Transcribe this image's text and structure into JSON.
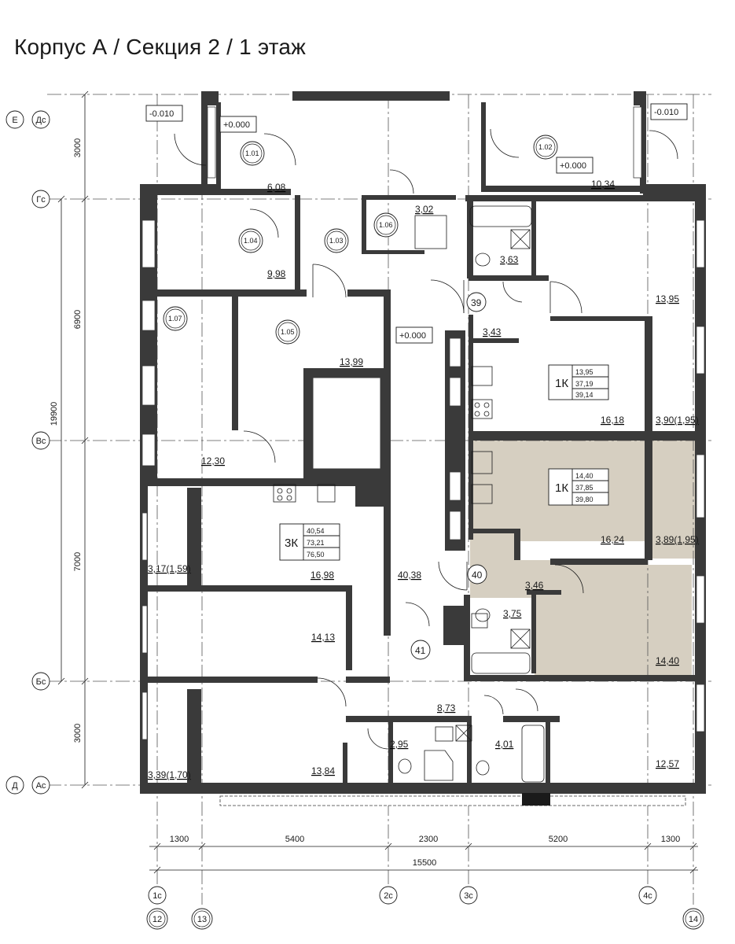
{
  "title": "Корпус А / Секция 2 / 1 этаж",
  "colors": {
    "wall": "#3a3a3a",
    "highlight": "#d6cfc1",
    "line": "#1a1a1a"
  },
  "levels": {
    "minus_left": "-0.010",
    "minus_right": "-0.010",
    "zero_101": "+0.000",
    "zero_102": "+0.000",
    "zero_corridor": "+0.000"
  },
  "room_tags": {
    "r101": "1.01",
    "r102": "1.02",
    "r103": "1.03",
    "r104": "1.04",
    "r105": "1.05",
    "r106": "1.06",
    "r107": "1.07"
  },
  "areas": {
    "a608": "6,08",
    "a1034": "10,34",
    "a302": "3,02",
    "a998": "9,98",
    "a363": "3,63",
    "a1395": "13,95",
    "a343": "3,43",
    "a1399": "13,99",
    "a1230": "12,30",
    "a1618": "16,18",
    "a390": "3,90(1,95)",
    "a1624": "16,24",
    "a389": "3,89(1,95)",
    "a317": "3,17(1,59)",
    "a1698": "16,98",
    "a4038": "40,38",
    "a346": "3,46",
    "a375": "3,75",
    "a1413": "14,13",
    "a1440": "14,40",
    "a873": "8,73",
    "a295": "2,95",
    "a401": "4,01",
    "a1384": "13,84",
    "a1257": "12,57",
    "a339": "3,39(1,70)"
  },
  "apartments": [
    {
      "type": "1К",
      "v1": "13,95",
      "v2": "37,19",
      "v3": "39,14"
    },
    {
      "type": "1К",
      "v1": "14,40",
      "v2": "37,85",
      "v3": "39,80"
    },
    {
      "type": "3К",
      "v1": "40,54",
      "v2": "73,21",
      "v3": "76,50"
    }
  ],
  "unit_numbers": {
    "n39": "39",
    "n40": "40",
    "n41": "41"
  },
  "axes_rows": {
    "ds": "Дс",
    "e": "Е",
    "gs": "Гс",
    "vs": "Вс",
    "bs": "Бс",
    "as": "Ас",
    "d": "Д"
  },
  "axes_cols": {
    "c1": "1с",
    "c2": "2с",
    "c3": "3с",
    "c4": "4с",
    "n12": "12",
    "n13": "13",
    "n14": "14"
  },
  "dims_vertical": {
    "d1": "3000",
    "d2": "6900",
    "d3": "19900",
    "d4": "7000",
    "d5": "3000"
  },
  "dims_horizontal": {
    "d1": "1300",
    "d2": "5400",
    "d3": "2300",
    "d4": "5200",
    "d5": "1300",
    "total": "15500"
  }
}
